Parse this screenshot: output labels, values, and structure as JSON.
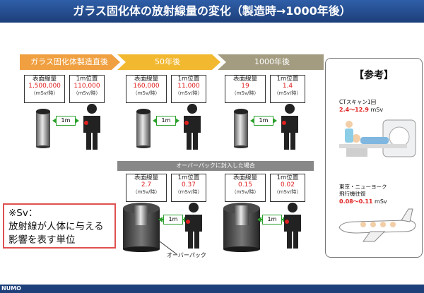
{
  "title": "ガラス固化体の放射線量の変化（製造時→1000年後）",
  "stages": [
    {
      "header": "ガラス固化体製造直後",
      "surface_label": "表面線量",
      "surface_value": "1,500,000",
      "surface_unit": "（mSv/時）",
      "m1_label": "1m位置",
      "m1_value": "110,000",
      "m1_unit": "（mSv/時）",
      "distance": "1m"
    },
    {
      "header": "50年後",
      "surface_label": "表面線量",
      "surface_value": "160,000",
      "surface_unit": "（mSv/時）",
      "m1_label": "1m位置",
      "m1_value": "11,000",
      "m1_unit": "（mSv/時）",
      "distance": "1m"
    },
    {
      "header": "1000年後",
      "surface_label": "表面線量",
      "surface_value": "19",
      "surface_unit": "（mSv/時）",
      "m1_label": "1m位置",
      "m1_value": "1.4",
      "m1_unit": "（mSv/時）",
      "distance": "1m"
    }
  ],
  "overpack": {
    "header": "オーバーパックに封入した場合",
    "caption": "オーバーパック",
    "cases": [
      {
        "surface_label": "表面線量",
        "surface_value": "2.7",
        "surface_unit": "（mSv/時）",
        "m1_label": "1m位置",
        "m1_value": "0.37",
        "m1_unit": "（mSv/時）",
        "distance": "1m"
      },
      {
        "surface_label": "表面線量",
        "surface_value": "0.15",
        "surface_unit": "（mSv/時）",
        "m1_label": "1m位置",
        "m1_value": "0.02",
        "m1_unit": "（mSv/時）",
        "distance": "1m"
      }
    ]
  },
  "note": {
    "line1": "※Sv：",
    "line2": "放射線が人体に与える",
    "line3": "影響を表す単位"
  },
  "reference": {
    "title": "【参考】",
    "ct_label": "CTスキャン1回",
    "ct_value": "2.4〜12.9",
    "ct_unit": " mSv",
    "flight_label1": "東京・ニューヨーク",
    "flight_label2": "飛行機往復",
    "flight_value": "0.08〜0.11",
    "flight_unit": " mSv"
  },
  "logo": "NUMO",
  "colors": {
    "stage1": "#f0a040",
    "stage2": "#f2b830",
    "stage3": "#a39c80",
    "accent": "#e02020",
    "title_bg": "#1d3f7a"
  }
}
